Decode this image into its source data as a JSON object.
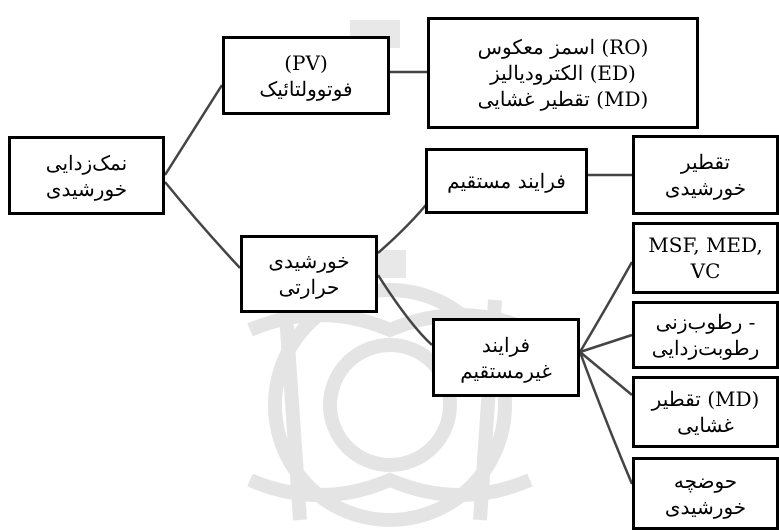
{
  "colors": {
    "border": "#000000",
    "connector": "#444444",
    "watermark": "#e2e2e2",
    "background": "#ffffff"
  },
  "root": {
    "lines": [
      "نمک‌زدایی",
      "خورشیدی"
    ]
  },
  "pv": {
    "lines": [
      "(PV)",
      "فوتوولتائیک"
    ]
  },
  "pv_methods": {
    "lines": [
      "اسمز معکوس (RO)",
      "الکترودیالیز (ED)",
      "تقطیر غشایی (MD)"
    ]
  },
  "thermal": {
    "lines": [
      "خورشیدی",
      "حرارتی"
    ]
  },
  "direct": {
    "lines": [
      "فرایند مستقیم"
    ]
  },
  "indirect": {
    "lines": [
      "فرایند",
      "غیرمستقیم"
    ]
  },
  "solar_still": {
    "lines": [
      "تقطیر",
      "خورشیدی"
    ]
  },
  "msf": {
    "lines": [
      "MSF, MED,",
      "VC"
    ]
  },
  "hdh": {
    "lines": [
      "رطوب‌زنی -",
      "رطوبت‌زدایی"
    ]
  },
  "md": {
    "lines": [
      "تقطیر (MD)",
      "غشایی"
    ]
  },
  "pond": {
    "lines": [
      "حوضچه",
      "خورشیدی"
    ]
  }
}
